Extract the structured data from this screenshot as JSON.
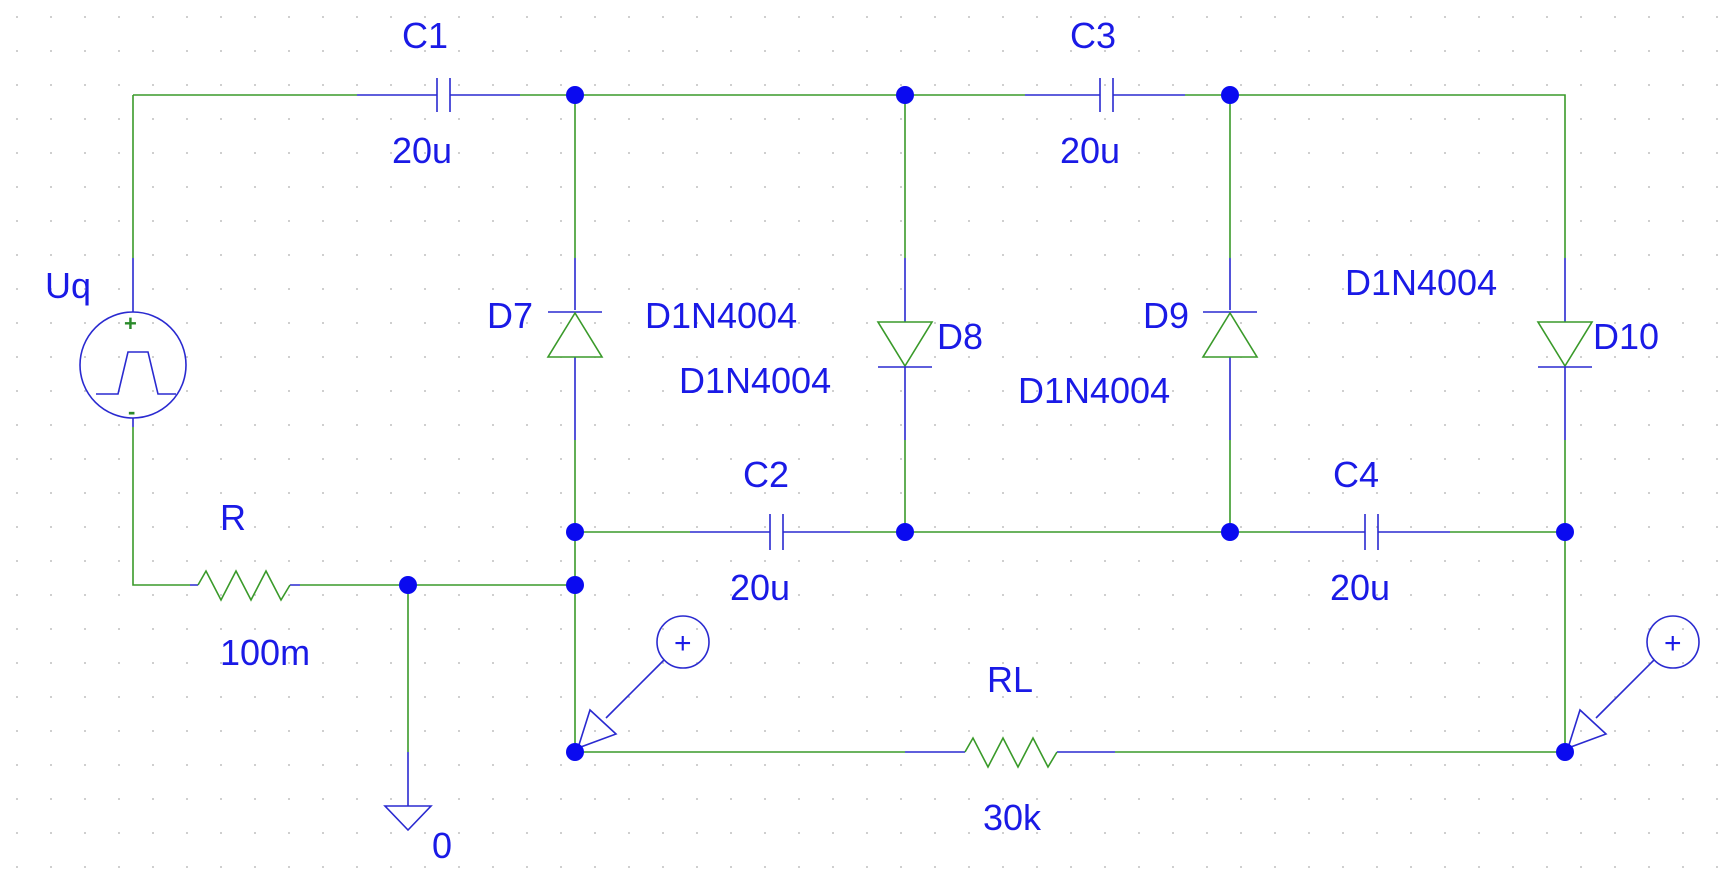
{
  "schematic": {
    "source": {
      "name": "Uq",
      "plus": "+",
      "minus": "-"
    },
    "ground": {
      "label": "0"
    },
    "resistors": [
      {
        "name": "R",
        "value": "100m"
      },
      {
        "name": "RL",
        "value": "30k"
      }
    ],
    "capacitors": [
      {
        "name": "C1",
        "value": "20u"
      },
      {
        "name": "C2",
        "value": "20u"
      },
      {
        "name": "C3",
        "value": "20u"
      },
      {
        "name": "C4",
        "value": "20u"
      }
    ],
    "diodes": [
      {
        "name": "D7",
        "model": "D1N4004"
      },
      {
        "name": "D8",
        "model": "D1N4004"
      },
      {
        "name": "D9",
        "model": "D1N4004"
      },
      {
        "name": "D10",
        "model": "D1N4004"
      }
    ],
    "probes": [
      {
        "sign": "+"
      },
      {
        "sign": "+"
      }
    ],
    "colors": {
      "wire": "#3a9a2a",
      "part": "#2a2ad0",
      "label": "#1a1ae6",
      "junction": "#0a0af0"
    }
  }
}
